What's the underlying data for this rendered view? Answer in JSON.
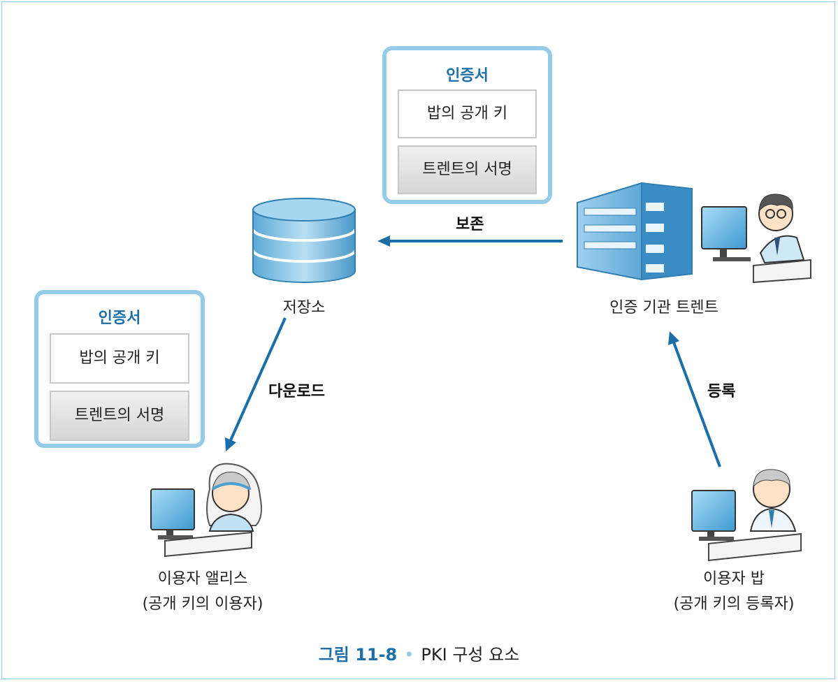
{
  "certificates": {
    "top": {
      "title": "인증서",
      "key": "밥의 공개 키",
      "signature": "트렌트의 서명"
    },
    "left": {
      "title": "인증서",
      "key": "밥의 공개 키",
      "signature": "트렌트의 서명"
    }
  },
  "nodes": {
    "repository": "저장소",
    "ca": "인증 기관 트렌트",
    "alice_line1": "이용자 앨리스",
    "alice_line2": "(공개 키의 이용자)",
    "bob_line1": "이용자 밥",
    "bob_line2": "(공개 키의 등록자)"
  },
  "arrows": {
    "store": "보존",
    "download": "다운로드",
    "register": "등록"
  },
  "caption": {
    "number": "그림 11-8",
    "separator": "•",
    "text": "PKI 구성 요소"
  }
}
